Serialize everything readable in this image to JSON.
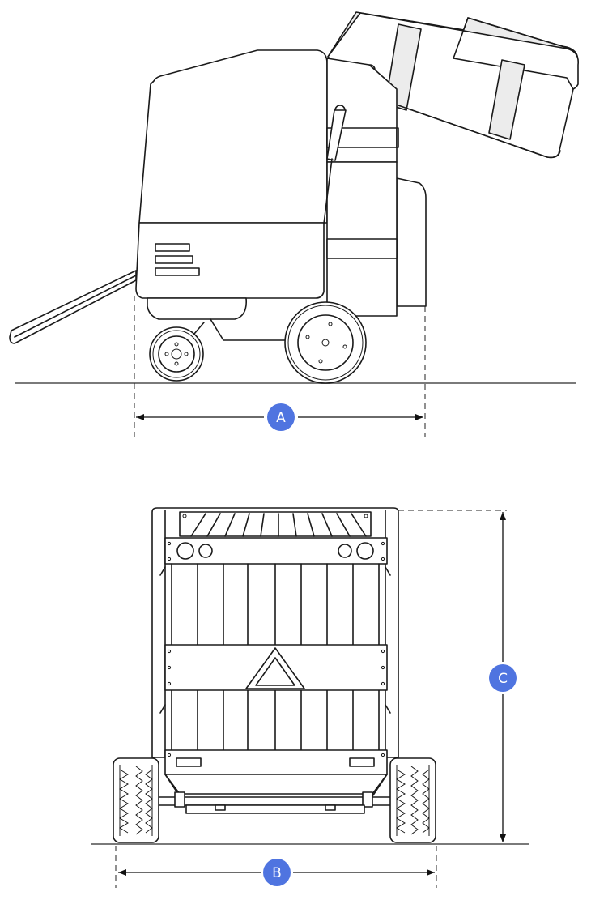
{
  "colors": {
    "badge": "#4f74e0",
    "line": "#1a1a1a",
    "ground": "#7a7a7a",
    "shade": "#ececec"
  },
  "dimensions": {
    "a": {
      "label": "A"
    },
    "b": {
      "label": "B"
    },
    "c": {
      "label": "C"
    }
  }
}
